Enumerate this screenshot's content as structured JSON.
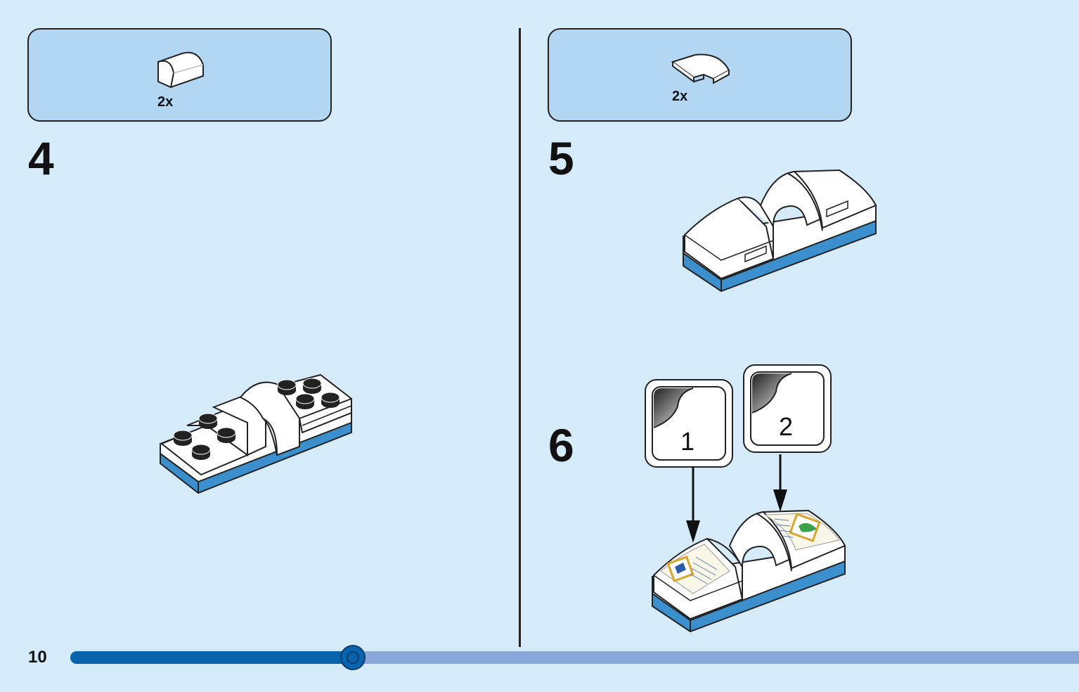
{
  "page_number": "10",
  "progress": 0.28,
  "colors": {
    "background": "#d5ebf9",
    "parts_box": "#b3d7f3",
    "brick_blue": "#3a8fcc",
    "progress_fill": "#0964ae",
    "progress_track": "#87a8d8"
  },
  "steps": [
    {
      "number": "4",
      "parts": [
        {
          "quantity": "2x",
          "icon": "curved-slope-brick-icon"
        }
      ]
    },
    {
      "number": "5",
      "parts": [
        {
          "quantity": "2x",
          "icon": "curved-slope-tile-icon"
        }
      ]
    },
    {
      "number": "6",
      "stickers": [
        {
          "label": "1"
        },
        {
          "label": "2"
        }
      ]
    }
  ]
}
